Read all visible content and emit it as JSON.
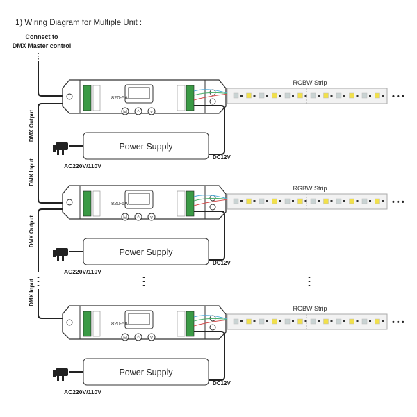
{
  "title": "1) Wiring Diagram for Multiple Unit :",
  "master": {
    "line1": "Connect to",
    "line2": "DMX Master control"
  },
  "units": [
    {
      "model": "820-5A",
      "buttons": [
        "M",
        "^",
        "v"
      ],
      "strip_label": "RGBW Strip",
      "power_supply": "Power Supply",
      "ac_label": "AC220V/110V",
      "dc_label": "DC12V",
      "dmx_output": "DMX Output",
      "dmx_input": ""
    },
    {
      "model": "820-5A",
      "buttons": [
        "M",
        "^",
        "v"
      ],
      "strip_label": "RGBW Strip",
      "power_supply": "Power Supply",
      "ac_label": "AC220V/110V",
      "dc_label": "DC12V",
      "dmx_output": "DMX Output",
      "dmx_input": "DMX Input"
    },
    {
      "model": "820-5A",
      "buttons": [
        "M",
        "^",
        "v"
      ],
      "strip_label": "RGBW Strip",
      "power_supply": "Power Supply",
      "ac_label": "AC220V/110V",
      "dc_label": "DC12V",
      "dmx_output": "",
      "dmx_input": "DMX Input"
    }
  ],
  "colors": {
    "terminal": "#3a9a45",
    "led_white": "#c9d3d3",
    "led_yellow": "#f1e04a",
    "wire_blue": "#4aa8d8",
    "wire_red": "#d44a4a",
    "wire_green": "#4ab06a",
    "strip": "#f2f2f2"
  }
}
